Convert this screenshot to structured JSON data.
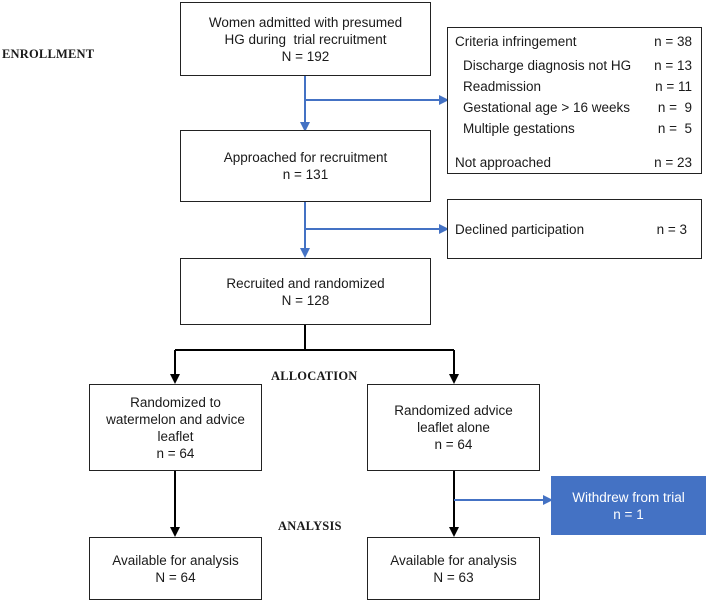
{
  "stages": {
    "enrollment": "ENROLLMENT",
    "allocation": "ALLOCATION",
    "analysis": "ANALYSIS"
  },
  "colors": {
    "box_border": "#222222",
    "arrow_blue": "#4472c4",
    "arrow_black": "#000000",
    "withdrew_fill": "#4472c4"
  },
  "boxes": {
    "admitted": {
      "line1": "Women admitted with presumed",
      "line2": "HG during  trial recruitment",
      "count": "N = 192"
    },
    "approached": {
      "line1": "Approached for recruitment",
      "count": "n = 131"
    },
    "recruited": {
      "line1": "Recruited and randomized",
      "count": "N = 128"
    },
    "watermelon_arm": {
      "line1": "Randomized to",
      "line2": "watermelon and advice",
      "line3": "leaflet",
      "count": "n = 64"
    },
    "leaflet_arm": {
      "line1": "Randomized advice",
      "line2": "leaflet alone",
      "count": "n = 64"
    },
    "withdrew": {
      "line1": "Withdrew from trial",
      "count": "n = 1"
    },
    "analysis_left": {
      "line1": "Available for analysis",
      "count": "N = 64"
    },
    "analysis_right": {
      "line1": "Available for analysis",
      "count": "N = 63"
    }
  },
  "exclusions": {
    "criteria_label": "Criteria infringement",
    "criteria_count": "n = 38",
    "items": [
      {
        "label": "Discharge diagnosis not HG",
        "count": "n = 13"
      },
      {
        "label": "Readmission",
        "count": "n = 11"
      },
      {
        "label": "Gestational age > 16 weeks",
        "count": "n =  9"
      },
      {
        "label": "Multiple gestations",
        "count": "n =  5"
      }
    ],
    "not_approached_label": "Not approached",
    "not_approached_count": "n = 23"
  },
  "declined": {
    "label": "Declined participation",
    "count": "n = 3"
  }
}
